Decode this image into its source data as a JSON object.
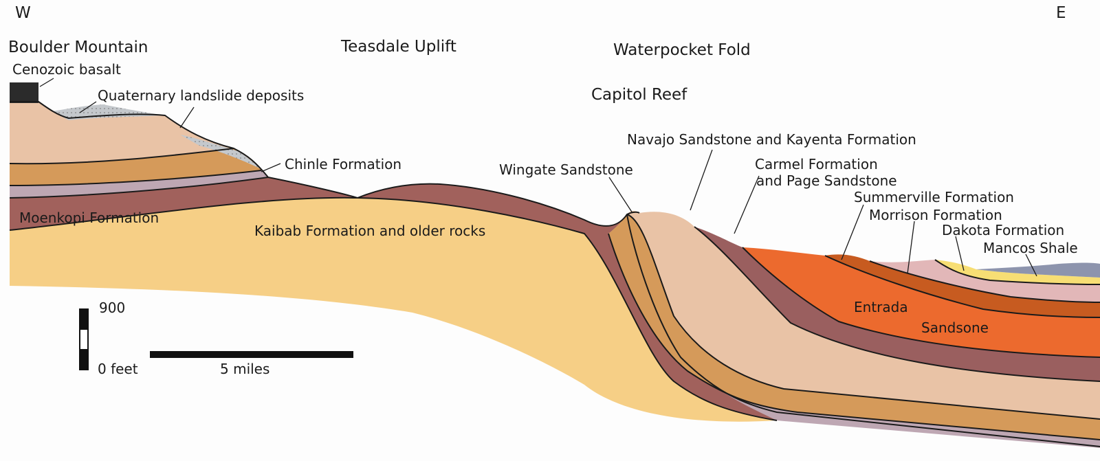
{
  "compass": {
    "west": "W",
    "east": "E"
  },
  "regions": {
    "boulder_mountain": "Boulder Mountain",
    "teasdale_uplift": "Teasdale  Uplift",
    "waterpocket_fold": "Waterpocket  Fold",
    "capitol_reef": "Capitol Reef"
  },
  "formations": {
    "cenozoic_basalt": "Cenozoic basalt",
    "quaternary_landslide": "Quaternary landslide deposits",
    "chinle": "Chinle Formation",
    "moenkopi": "Moenkopi Formation",
    "kaibab": "Kaibab Formation and older rocks",
    "wingate": "Wingate Sandstone",
    "navajo_kayenta": "Navajo Sandstone and Kayenta Formation",
    "carmel_line1": "Carmel Formation",
    "carmel_line2": "and Page Sandstone",
    "summerville": "Summerville Formation",
    "morrison": "Morrison Formation",
    "dakota": "Dakota Formation",
    "mancos": "Mancos Shale",
    "entrada_line1": "Entrada",
    "entrada_line2": "Sandsone"
  },
  "scales": {
    "vertical_top": "900",
    "vertical_bottom": "0 feet",
    "horizontal": "5 miles"
  },
  "colors": {
    "kaibab": "#f6cf86",
    "moenkopi": "#a1615c",
    "chinle": "#bea7b3",
    "wingate": "#d59a5a",
    "navajo": "#e9c3a6",
    "carmel": "#9a5f5f",
    "entrada": "#ec6a2e",
    "summerville": "#c75b20",
    "morrison": "#e2b7b8",
    "dakota": "#f7de74",
    "mancos": "#8d94ad",
    "basalt": "#2b2b2b",
    "landslide": "#c4c8cc"
  }
}
